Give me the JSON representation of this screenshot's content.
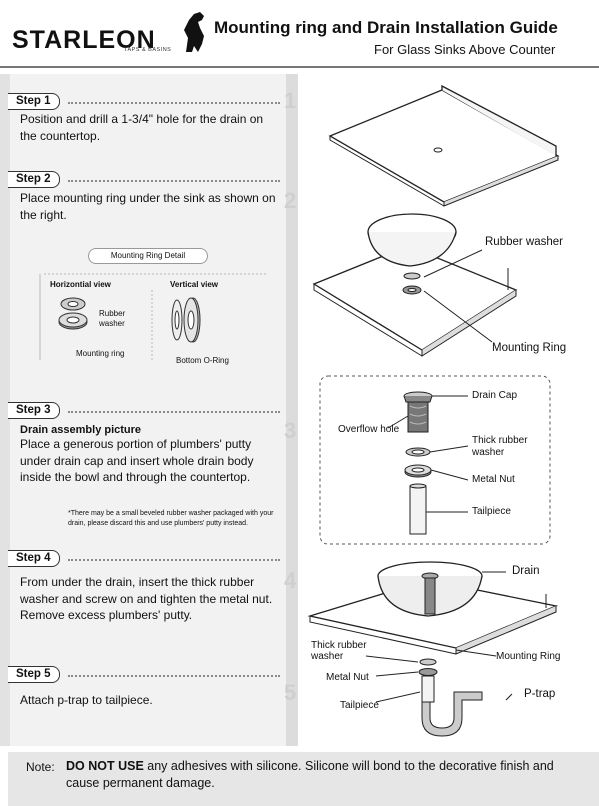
{
  "header": {
    "brand": "STARLEON",
    "brand_sub": "TAPS & BASINS",
    "title": "Mounting ring and Drain Installation Guide",
    "subtitle": "For Glass Sinks Above Counter"
  },
  "steps": [
    {
      "badge": "Step 1",
      "number": "1",
      "text": "Position and drill a 1-3/4\" hole for the drain on the countertop."
    },
    {
      "badge": "Step 2",
      "number": "2",
      "text": "Place mounting ring under the sink as shown on the right."
    },
    {
      "badge": "Step 3",
      "number": "3",
      "heading": "Drain assembly picture",
      "text": "Place a generous portion of plumbers' putty under drain cap and insert whole drain body inside the bowl and through the countertop.",
      "footnote": "*There may be a small beveled rubber washer packaged with your drain, please discard this and use plumbers' putty instead."
    },
    {
      "badge": "Step 4",
      "number": "4",
      "text": "From under the drain, insert the thick rubber washer and screw on and tighten the metal nut. Remove excess plumbers' putty."
    },
    {
      "badge": "Step 5",
      "number": "5",
      "text": "Attach p-trap to tailpiece."
    }
  ],
  "detail": {
    "title": "Mounting Ring Detail",
    "horizontal_view": "Horizontial view",
    "vertical_view": "Vertical view",
    "rubber": "Rubber",
    "washer": "washer",
    "mounting_ring": "Mounting ring",
    "bottom_oring": "Bottom O-Ring"
  },
  "diagram_labels": {
    "rubber_washer": "Rubber washer",
    "mounting_ring_1": "Mounting Ring",
    "drain_cap": "Drain Cap",
    "overflow_hole": "Overflow hole",
    "thick_rubber": "Thick rubber",
    "washer": "washer",
    "metal_nut": "Metal Nut",
    "tailpiece": "Tailpiece",
    "drain": "Drain",
    "thick_rubber_2": "Thick rubber",
    "washer_2": "washer",
    "mounting_ring_2": "Mounting Ring",
    "metal_nut_2": "Metal Nut",
    "tailpiece_2": "Tailpiece",
    "p_trap": "P-trap"
  },
  "note": {
    "label": "Note:",
    "strong": "DO NOT USE",
    "text": " any adhesives with silicone. Silicone will bond to the decorative finish and cause permanent damage."
  }
}
